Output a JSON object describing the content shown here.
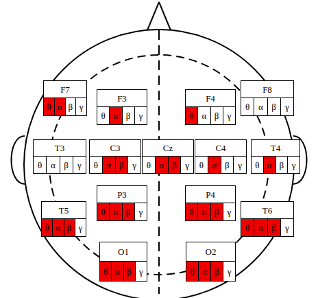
{
  "diagram": {
    "nodes": [
      {
        "text": [
          "F7"
        ]
      },
      {
        "text": [
          "θ"
        ],
        "in": 0
      },
      {
        "text": [
          "α"
        ],
        "in": 0
      },
      {
        "text": [
          "β"
        ],
        "in": 0
      },
      {
        "text": [
          "γ"
        ],
        "in": 0
      },
      {
        "text": [
          "F3"
        ]
      },
      {
        "text": [
          "θ"
        ],
        "in": 5
      },
      {
        "text": [
          "α"
        ],
        "in": 5
      },
      {
        "text": [
          "β"
        ],
        "in": 5
      },
      {
        "text": [
          "γ"
        ],
        "in": 5
      },
      {
        "text": [
          "F4"
        ]
      },
      {
        "text": [
          "θ"
        ],
        "in": 10
      },
      {
        "text": [
          "α"
        ],
        "in": 10
      },
      {
        "text": [
          "β"
        ],
        "in": 10
      },
      {
        "text": [
          "γ"
        ],
        "in": 10
      },
      {
        "text": [
          "F8"
        ]
      },
      {
        "text": [
          "θ"
        ],
        "in": 15
      },
      {
        "text": [
          "α"
        ],
        "in": 15
      },
      {
        "text": [
          "β"
        ],
        "in": 15
      },
      {
        "text": [
          "γ"
        ],
        "in": 15
      },
      {
        "text": [
          "T3"
        ]
      },
      {
        "text": [
          "θ"
        ],
        "in": 20
      },
      {
        "text": [
          "α"
        ],
        "in": 20
      },
      {
        "text": [
          "β"
        ],
        "in": 20
      },
      {
        "text": [
          "γ"
        ],
        "in": 20
      },
      {
        "text": [
          "C3"
        ]
      },
      {
        "text": [
          "θ"
        ],
        "in": 25
      },
      {
        "text": [
          "α"
        ],
        "in": 25
      },
      {
        "text": [
          "β"
        ],
        "in": 25
      },
      {
        "text": [
          "γ"
        ],
        "in": 25
      },
      {
        "text": [
          "Cz"
        ]
      },
      {
        "text": [
          "θ"
        ],
        "in": 30
      },
      {
        "text": [
          "α"
        ],
        "in": 30
      },
      {
        "text": [
          "β"
        ],
        "in": 30
      },
      {
        "text": [
          "γ"
        ],
        "in": 30
      },
      {
        "text": [
          "C4"
        ]
      },
      {
        "text": [
          "θ"
        ],
        "in": 35
      },
      {
        "text": [
          "α"
        ],
        "in": 35
      },
      {
        "text": [
          "β"
        ],
        "in": 35
      },
      {
        "text": [
          "γ"
        ],
        "in": 35
      },
      {
        "text": [
          "T4"
        ]
      },
      {
        "text": [
          "θ"
        ],
        "in": 40
      },
      {
        "text": [
          "α"
        ],
        "in": 40
      },
      {
        "text": [
          "β"
        ],
        "in": 40
      },
      {
        "text": [
          "γ"
        ],
        "in": 40
      },
      {
        "text": [
          "T5"
        ]
      },
      {
        "text": [
          "θ"
        ],
        "in": 45
      },
      {
        "text": [
          "α"
        ],
        "in": 45
      },
      {
        "text": [
          "β"
        ],
        "in": 45
      },
      {
        "text": [
          "γ"
        ],
        "in": 45
      },
      {
        "text": [
          "P3"
        ]
      },
      {
        "text": [
          "θ"
        ],
        "in": 50
      },
      {
        "text": [
          "α"
        ],
        "in": 50
      },
      {
        "text": [
          "β"
        ],
        "in": 50
      },
      {
        "text": [
          "γ"
        ],
        "in": 50
      },
      {
        "text": [
          "P4"
        ]
      },
      {
        "text": [
          "θ"
        ],
        "in": 55
      },
      {
        "text": [
          "α"
        ],
        "in": 55
      },
      {
        "text": [
          "β"
        ],
        "in": 55
      },
      {
        "text": [
          "γ"
        ],
        "in": 55
      },
      {
        "text": [
          "T6"
        ]
      },
      {
        "text": [
          "θ"
        ],
        "in": 60
      },
      {
        "text": [
          "α"
        ],
        "in": 60
      },
      {
        "text": [
          "β"
        ],
        "in": 60
      },
      {
        "text": [
          "γ"
        ],
        "in": 60
      },
      {
        "text": [
          "O1"
        ]
      },
      {
        "text": [
          "θ"
        ],
        "in": 65
      },
      {
        "text": [
          "α"
        ],
        "in": 65
      },
      {
        "text": [
          "β"
        ],
        "in": 65
      },
      {
        "text": [
          "γ"
        ],
        "in": 65
      },
      {
        "text": [
          "O2"
        ]
      },
      {
        "text": [
          "θ"
        ],
        "in": 70
      },
      {
        "text": [
          "α"
        ],
        "in": 70
      },
      {
        "text": [
          "β"
        ],
        "in": 70
      },
      {
        "text": [
          "γ"
        ],
        "in": 70
      }
    ]
  }
}
